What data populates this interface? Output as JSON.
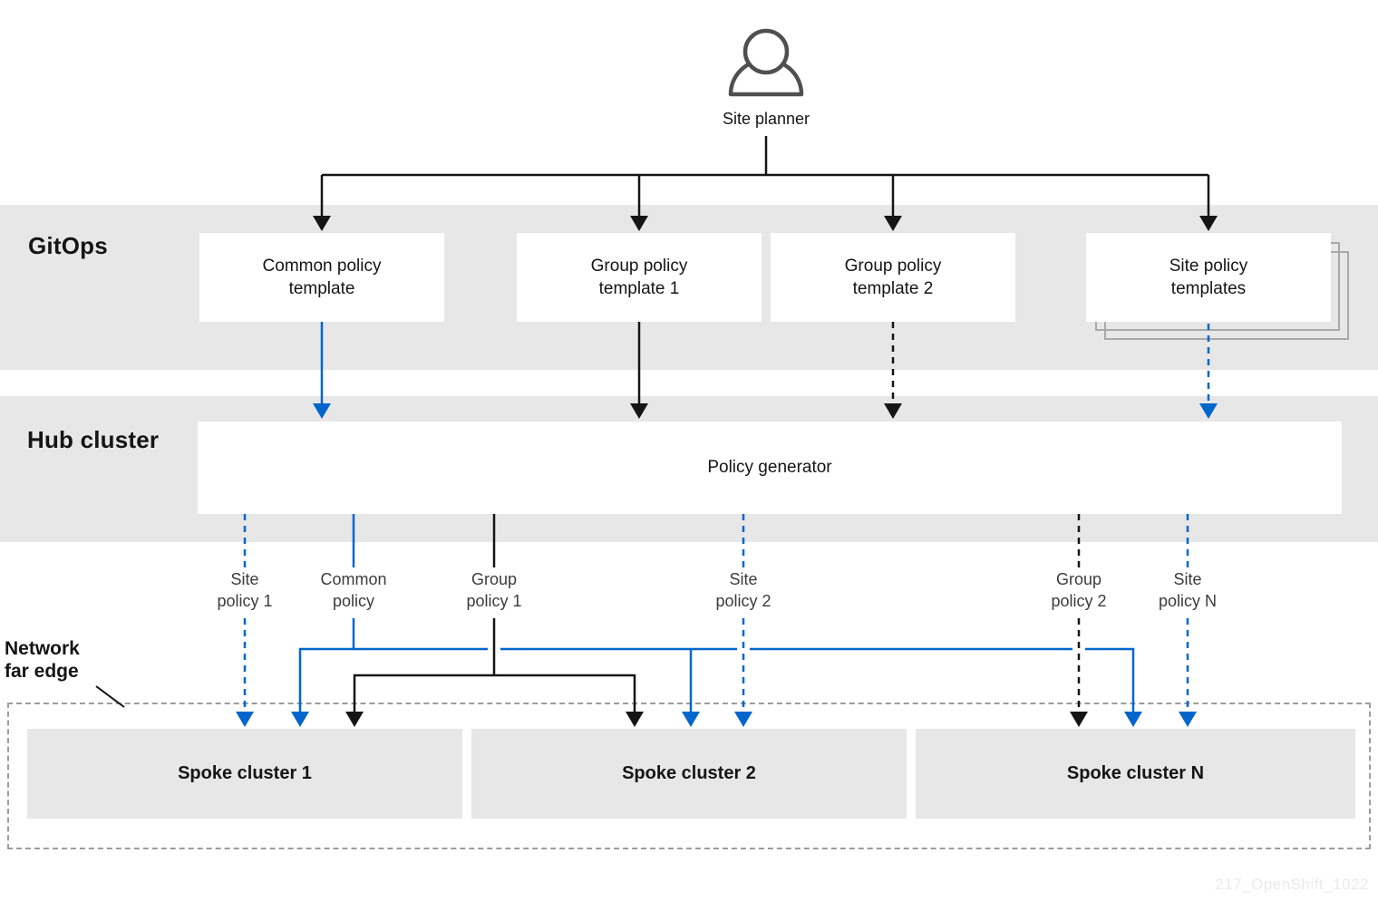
{
  "colors": {
    "accent_blue": "#0066cc",
    "line_black": "#151515",
    "band_gray": "#e7e7e7",
    "spoke_gray": "#e7e7e7",
    "dashed_border_gray": "#9c9c9c",
    "stacked_shadow_gray": "#a8a8a8",
    "watermark_gray": "#ebebeb"
  },
  "actor": {
    "label": "Site planner",
    "icon": "person-icon"
  },
  "bands": {
    "gitops": {
      "label": "GitOps",
      "boxes": [
        {
          "label": "Common policy\ntemplate"
        },
        {
          "label": "Group policy\ntemplate 1"
        },
        {
          "label": "Group policy\ntemplate 2"
        },
        {
          "label": "Site policy\ntemplates",
          "stacked": true
        }
      ]
    },
    "hub": {
      "label": "Hub cluster",
      "generator_label": "Policy generator"
    }
  },
  "policy_outputs": [
    {
      "label": "Site\npolicy 1",
      "line_style": "blue-dashed"
    },
    {
      "label": "Common\npolicy",
      "line_style": "blue-solid"
    },
    {
      "label": "Group\npolicy 1",
      "line_style": "black-solid"
    },
    {
      "label": "Site\npolicy 2",
      "line_style": "blue-dashed"
    },
    {
      "label": "Group\npolicy 2",
      "line_style": "black-dashed"
    },
    {
      "label": "Site\npolicy N",
      "line_style": "blue-dashed"
    }
  ],
  "far_edge": {
    "label": "Network\nfar edge",
    "clusters": [
      {
        "label": "Spoke cluster 1"
      },
      {
        "label": "Spoke cluster 2"
      },
      {
        "label": "Spoke cluster N"
      }
    ]
  },
  "watermark": "217_OpenShift_1022"
}
